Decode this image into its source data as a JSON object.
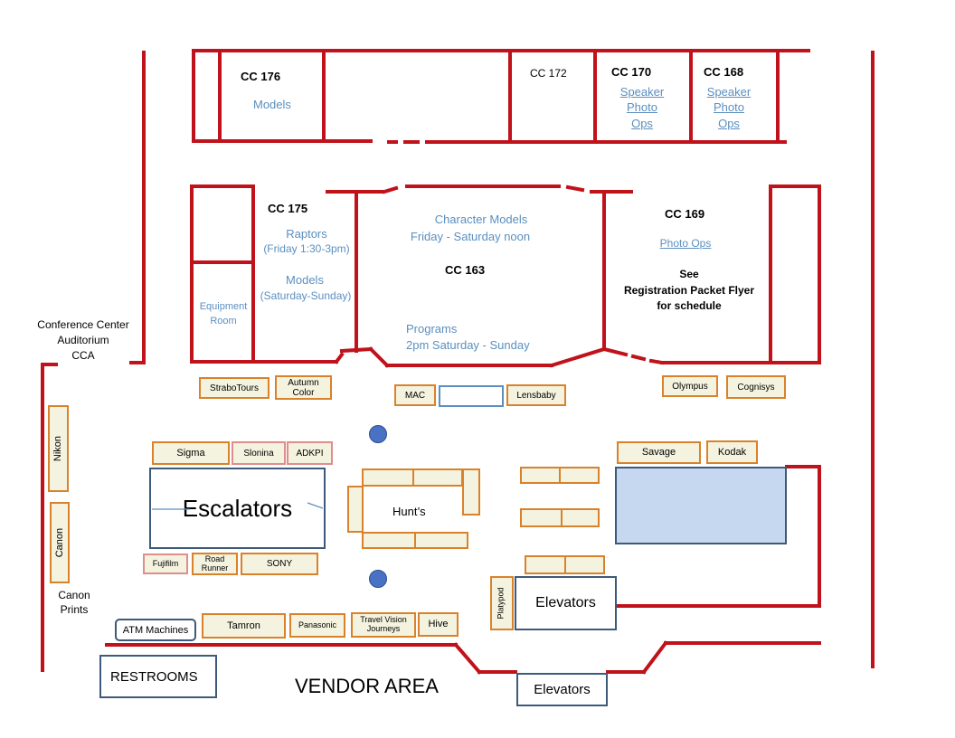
{
  "rooms": {
    "cc176": {
      "name": "CC 176",
      "use": "Models"
    },
    "cc172": {
      "name": "CC 172"
    },
    "cc170": {
      "name": "CC 170",
      "use": [
        "Speaker",
        "Photo",
        "Ops"
      ]
    },
    "cc168": {
      "name": "CC 168",
      "use": [
        "Speaker",
        "Photo",
        "Ops"
      ]
    },
    "cc175": {
      "name": "CC 175",
      "use1": "Raptors",
      "use1_time": "(Friday 1:30-3pm)",
      "use2": "Models",
      "use2_time": "(Saturday-Sunday)"
    },
    "equipment": [
      "Equipment",
      "Room"
    ],
    "cc163": {
      "name": "CC 163",
      "top": [
        "Character Models",
        "Friday  - Saturday noon"
      ],
      "bottom": [
        "Programs",
        "2pm Saturday - Sunday"
      ]
    },
    "cc169": {
      "name": "CC 169",
      "link": "Photo Ops",
      "note": [
        "See",
        "Registration Packet Flyer",
        "for schedule"
      ]
    }
  },
  "auditorium": [
    "Conference Center",
    "Auditorium",
    "CCA"
  ],
  "canon_prints": [
    "Canon",
    "Prints"
  ],
  "vendor_area": "VENDOR AREA",
  "booths": {
    "strabotours": "StraboTours",
    "autumn_color": [
      "Autumn",
      "Color"
    ],
    "mac": "MAC",
    "lensbaby": "Lensbaby",
    "olympus": "Olympus",
    "cognisys": "Cognisys",
    "nikon": "Nikon",
    "canon": "Canon",
    "sigma": "Sigma",
    "slonina": "Slonina",
    "adkpi": "ADKPI",
    "savage": "Savage",
    "kodak": "Kodak",
    "fujifilm": "Fujifilm",
    "road_runner": [
      "Road",
      "Runner"
    ],
    "sony": "SONY",
    "platypod": "Platypod",
    "tamron": "Tamron",
    "panasonic": "Panasonic",
    "travel_vision": [
      "Travel Vision",
      "Journeys"
    ],
    "hive": "Hive",
    "hunts": "Hunt’s"
  },
  "boxes": {
    "escalators": "Escalators",
    "elevators_1": "Elevators",
    "elevators_2": "Elevators",
    "atm": "ATM Machines",
    "restrooms": "RESTROOMS"
  },
  "colors": {
    "wall": "#c0121a",
    "booth_border": "#d9822b",
    "booth_fill": "#f4f3df",
    "box_border": "#3d5a7a",
    "label_blue": "#5b8fbf",
    "area_fill": "#c6d8f0",
    "elevator_dot": "#4a72c4"
  }
}
